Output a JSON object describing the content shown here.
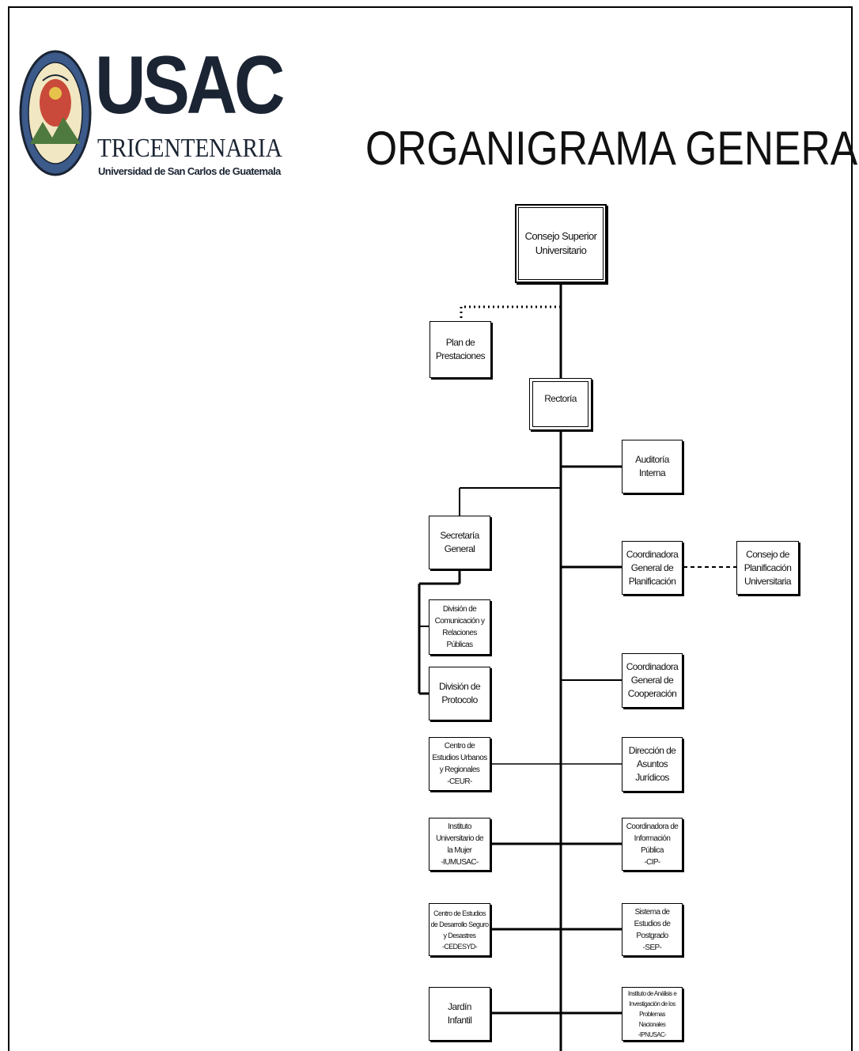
{
  "logo": {
    "main": "USAC",
    "sub": "TRICENTENARIA",
    "tagline": "Universidad de San Carlos de Guatemala"
  },
  "title": "ORGANIGRAMA GENERAL",
  "nodes": {
    "consejo_superior": "Consejo Superior\nUniversitario",
    "plan_prestaciones": "Plan de\nPrestaciones",
    "rectoria": "Rectoría",
    "auditoria": "Auditoría\nInterna",
    "secretaria": "Secretaría\nGeneral",
    "coord_planificacion": "Coordinadora\nGeneral de\nPlanificación",
    "consejo_planificacion": "Consejo de\nPlanificación\nUniversitaria",
    "div_comunicacion": "División de\nComunicación y\nRelaciones\nPúblicas",
    "div_protocolo": "División de\nProtocolo",
    "coord_cooperacion": "Coordinadora\nGeneral de\nCooperación",
    "ceur": "Centro de\nEstudios Urbanos\ny Regionales\n-CEUR-",
    "asuntos_juridicos": "Dirección de\nAsuntos\nJurídicos",
    "iumusac": "Instituto\nUniversitario de\nla Mujer\n-IUMUSAC-",
    "coord_informacion": "Coordinadora de\nInformación\nPública\n-CIP-",
    "cedesyd": "Centro de Estudios\nde Desarrollo Seguro\ny Desastres\n-CEDESYD-",
    "sep": "Sistema de\nEstudios de\nPostgrado\n-SEP-",
    "jardin": "Jardín\nInfantil",
    "ipnusac": "Instituto de Análisis e\nInvestigación de los\nProblemas\nNacionales\n-IPNUSAC-"
  }
}
